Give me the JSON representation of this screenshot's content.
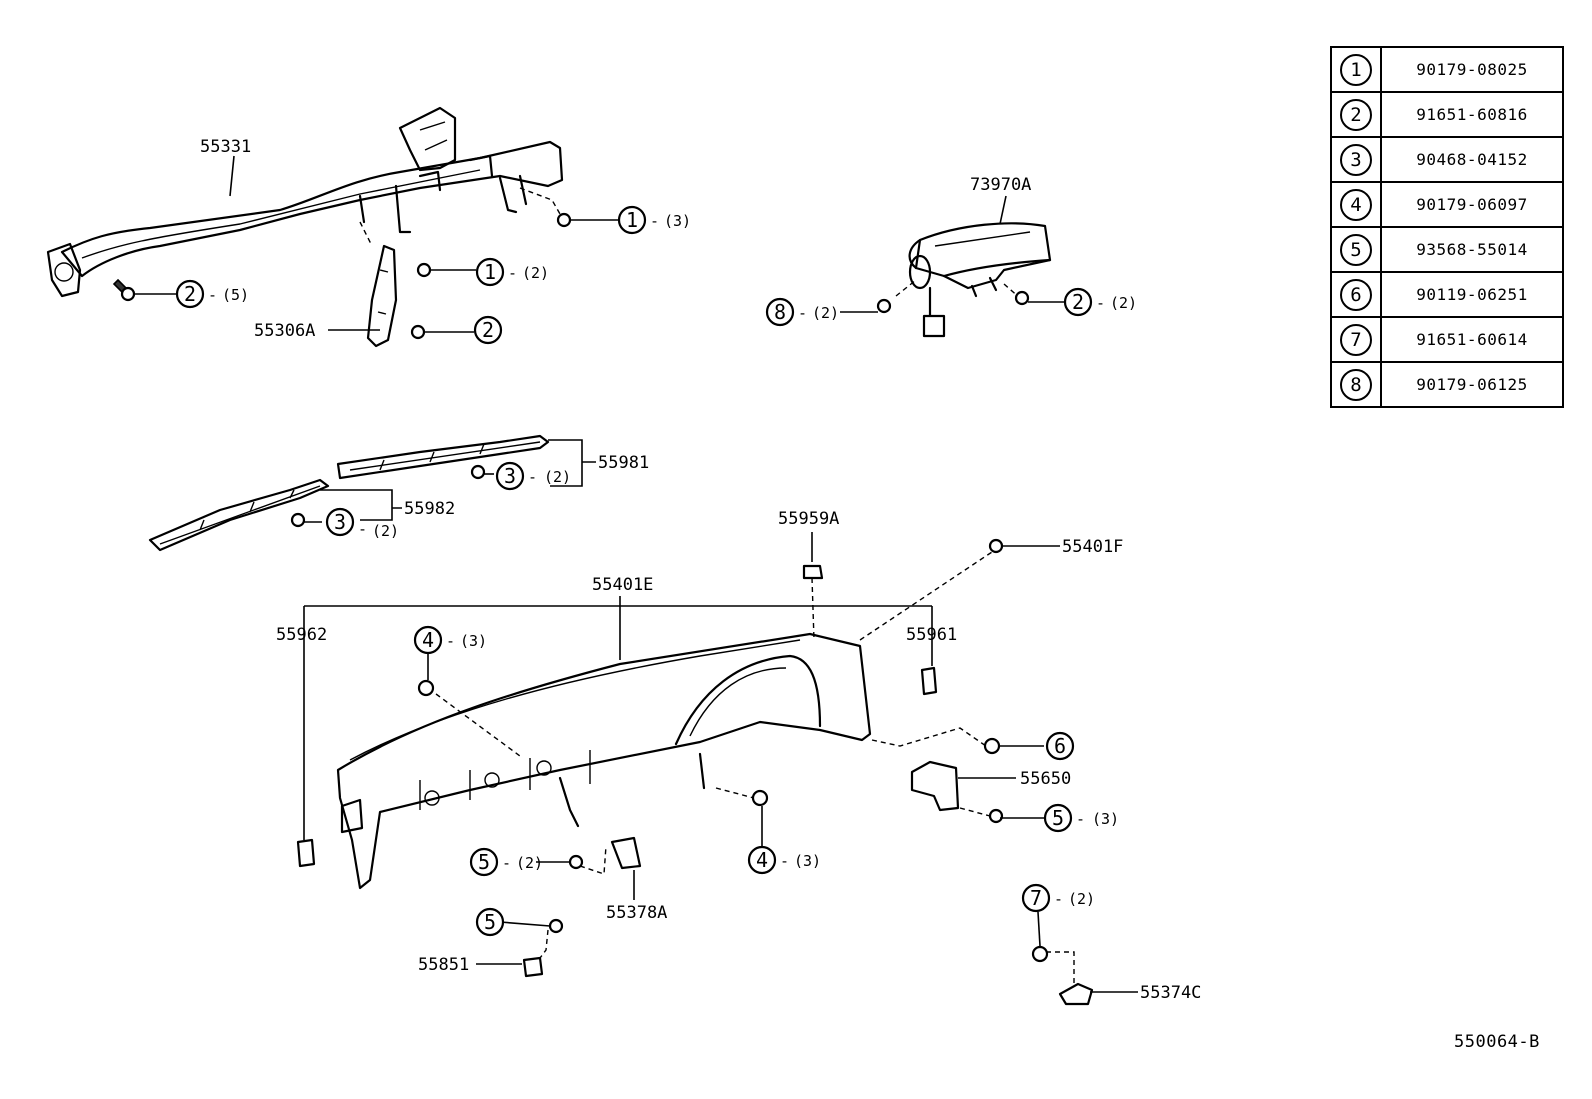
{
  "legend": [
    {
      "num": "1",
      "part": "90179-08025"
    },
    {
      "num": "2",
      "part": "91651-60816"
    },
    {
      "num": "3",
      "part": "90468-04152"
    },
    {
      "num": "4",
      "part": "90179-06097"
    },
    {
      "num": "5",
      "part": "93568-55014"
    },
    {
      "num": "6",
      "part": "90119-06251"
    },
    {
      "num": "7",
      "part": "91651-60614"
    },
    {
      "num": "8",
      "part": "90179-06125"
    }
  ],
  "labels": {
    "reinforcement": "55331",
    "brace": "55306A",
    "airbag": "73970A",
    "panel_upper_right": "55981",
    "panel_upper_left": "55982",
    "clip_top": "55959A",
    "bolt_top_right": "55401F",
    "panel_assy": "55401E",
    "cap_left": "55962",
    "cap_right": "55961",
    "bracket_right": "55650",
    "bracket_center": "55378A",
    "bracket_lower": "55851",
    "bracket_lower_right": "55374C"
  },
  "callouts": {
    "c1a": {
      "num": "1",
      "qty": "(3)"
    },
    "c1b": {
      "num": "1",
      "qty": "(2)"
    },
    "c2a": {
      "num": "2",
      "qty": "(5)"
    },
    "c2b": {
      "num": "2",
      "qty": ""
    },
    "c2c": {
      "num": "2",
      "qty": "(2)"
    },
    "c8": {
      "num": "8",
      "qty": "(2)"
    },
    "c3a": {
      "num": "3",
      "qty": "(2)"
    },
    "c3b": {
      "num": "3",
      "qty": "(2)"
    },
    "c4a": {
      "num": "4",
      "qty": "(3)"
    },
    "c4b": {
      "num": "4",
      "qty": "(3)"
    },
    "c6": {
      "num": "6",
      "qty": ""
    },
    "c5a": {
      "num": "5",
      "qty": "(3)"
    },
    "c5b": {
      "num": "5",
      "qty": "(2)"
    },
    "c5c": {
      "num": "5",
      "qty": ""
    },
    "c7": {
      "num": "7",
      "qty": "(2)"
    }
  },
  "diagram_code": "550064-B"
}
